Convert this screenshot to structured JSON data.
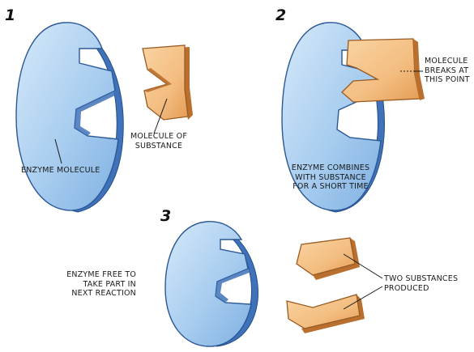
{
  "steps": [
    {
      "number": "1"
    },
    {
      "number": "2"
    },
    {
      "number": "3"
    }
  ],
  "labels": {
    "molecule_of_substance": "MOLECULE OF\nSUBSTANCE",
    "enzyme_molecule": "ENZYME MOLECULE",
    "molecule_breaks": "MOLECULE\nBREAKS AT\nTHIS POINT",
    "enzyme_combines": "ENZYME COMBINES\nWITH SUBSTANCE\nFOR A SHORT TIME",
    "enzyme_free": "ENZYME FREE TO\nTAKE PART IN\nNEXT REACTION",
    "two_substances": "TWO SUBSTANCES\nPRODUCED"
  },
  "colors": {
    "enzyme_face": "#a8cdef",
    "enzyme_side": "#3f72b8",
    "substance_face": "#f3bd80",
    "substance_side": "#b9702e",
    "leader_line": "#1a1a1a"
  }
}
